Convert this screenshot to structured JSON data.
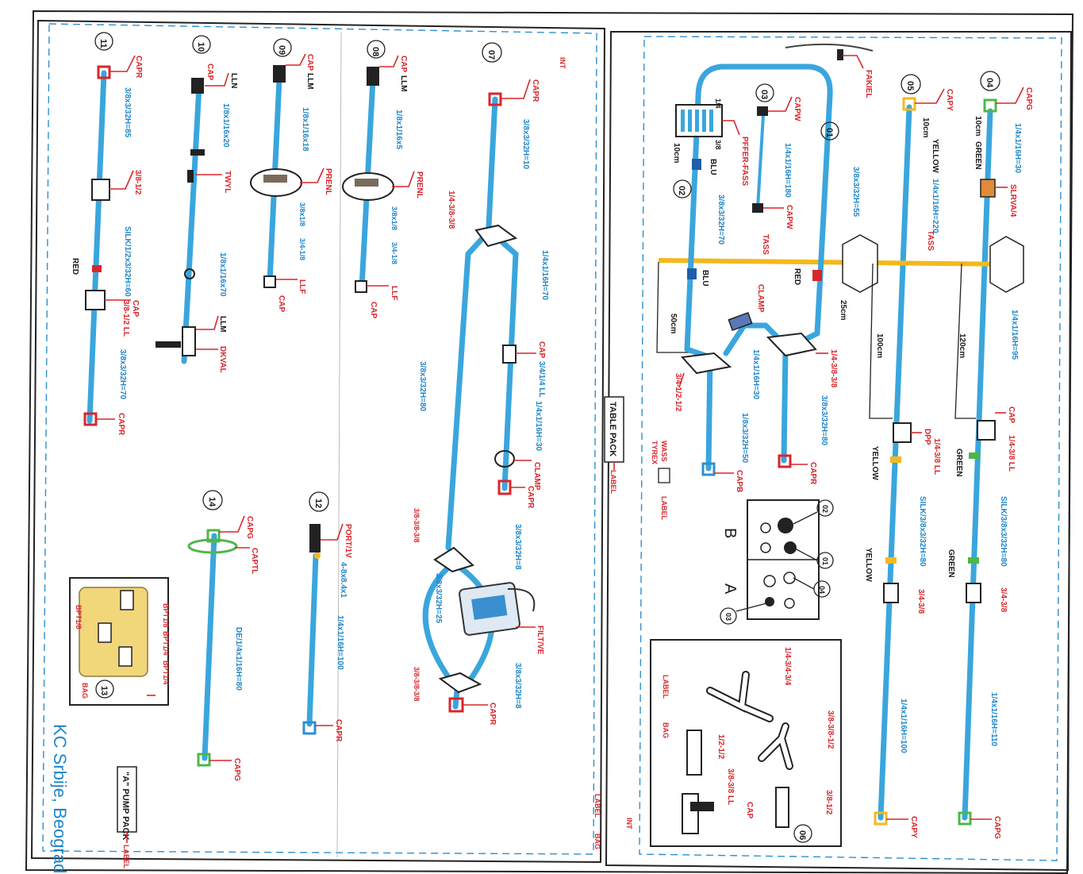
{
  "document": {
    "footer_title": "KC Srbije, Beograd",
    "pack_labels": {
      "table_pack": "TABLE PACK",
      "pump_pack": "\"A\" PUMP PACK",
      "label": "LABEL"
    },
    "legend": {
      "int": "INT",
      "bag": "BAG",
      "label": "LABEL",
      "tyrex": "TYREX",
      "wass": "WASS"
    },
    "colors": {
      "tube": "#3aa6dd",
      "annotation": "#d9262b",
      "tube_label": "#1f86c9",
      "connector_yellow": "#f4b81e",
      "connector_green": "#4cb848"
    }
  },
  "left_panel": {
    "lines": [
      {
        "id": "11",
        "parts": [
          "CAPR",
          "3/8x3/32H=85",
          "3/8-1/2",
          "RED",
          "SILK/1/2x3/32H=60",
          "CAP",
          "3/8-1/2 LL",
          "3/8x3/32H=70",
          "CAPR"
        ]
      },
      {
        "id": "10",
        "parts": [
          "CAP",
          "LLN",
          "1/8x1/16x20",
          "TWYL",
          "1/8x1/16x70",
          "LLM",
          "DKVAL"
        ]
      },
      {
        "id": "09",
        "parts": [
          "CAP",
          "LLM",
          "1/8x1/16x18",
          "PRENL",
          "3/8x1/8",
          "3/4-1/8",
          "LLF",
          "CAP"
        ]
      },
      {
        "id": "08",
        "parts": [
          "CAP",
          "LLM",
          "1/8x1/16x5",
          "PRENL",
          "3/8x1/8",
          "3/4-1/8",
          "LLF",
          "CAP"
        ]
      },
      {
        "id": "07",
        "parts": [
          "CAPR",
          "3/8x3/32H=10",
          "1/4-3/8-3/8",
          "1/4x1/16H=70",
          "3/8x3/32H=80",
          "CAP",
          "3/4/1/4 LL",
          "1/4x1/16H=30",
          "CLAMP",
          "CAPR",
          "3/8-3/8-3/8",
          "3/8x3/32H=8",
          "3/8x3/32H=25",
          "FILT/VE",
          "3/8x3/32H=8",
          "3/8-3/8-3/8",
          "CAPR"
        ]
      },
      {
        "id": "14",
        "parts": [
          "CAPG",
          "CAPTL",
          "DE/1/4x1/16H=80",
          "CAPG"
        ]
      },
      {
        "id": "12",
        "parts": [
          "PORT/1V",
          "4-8x8.4x1",
          "1/4x1/16H=100",
          "CAPR"
        ]
      },
      {
        "id": "13",
        "parts": [
          "BPT1/8",
          "BPT1/4",
          "BPT1/4",
          "BPT1/8",
          "BAG"
        ]
      }
    ]
  },
  "right_panel": {
    "lines": [
      {
        "id": "04",
        "parts": [
          "CAPG",
          "10cm",
          "GREEN",
          "1/4x1/16H=30",
          "SLRVA/4",
          "A",
          "1/4x1/16H=95",
          "120cm",
          "CAP",
          "1/4-3/8 LL",
          "GREEN",
          "SILK/3/8x3/32H=80",
          "GREEN",
          "3/4-3/8",
          "1/4x1/16H=110",
          "CAPG"
        ]
      },
      {
        "id": "05",
        "parts": [
          "CAPY",
          "10cm",
          "YELLOW",
          "1/4x1/16H=220",
          "TASS",
          "B",
          "100cm",
          "DPP",
          "1/4-3/8 LL",
          "YELLOW",
          "SILK/3/8x3/32H=80",
          "YELLOW",
          "3/4-3/8",
          "1/4x1/16H=100",
          "CAPY"
        ]
      },
      {
        "id": "03",
        "parts": [
          "CAPW",
          "1/4x1/16H=180",
          "CAPW",
          "TASS"
        ]
      },
      {
        "id": "01",
        "parts": [
          "FAKIEL",
          "3/8x3/32H=55",
          "RED",
          "25cm",
          "1/4-3/8-3/8",
          "3/8x3/32H=80",
          "CAPR",
          "CLAMP",
          "1/4x1/16H=30"
        ]
      },
      {
        "id": "02",
        "parts": [
          "PFFER-FASS",
          "1/4",
          "3/8",
          "10cm",
          "BLU",
          "3/8x3/32H=70",
          "BLU",
          "50cm",
          "3/4-1/2-1/2",
          "1/8x3/32H=50",
          "CAPB"
        ]
      },
      {
        "id": "06",
        "parts": [
          "1/4-3/4-3/4",
          "3/8-3/8-1/2",
          "1/2-1/2",
          "3/8-3/8 LL",
          "CAP",
          "3/8-1/2",
          "LABEL",
          "BAG"
        ]
      }
    ],
    "inset_letters": [
      "B",
      "A"
    ],
    "inset_ids": [
      "02",
      "01",
      "04",
      "03"
    ]
  }
}
